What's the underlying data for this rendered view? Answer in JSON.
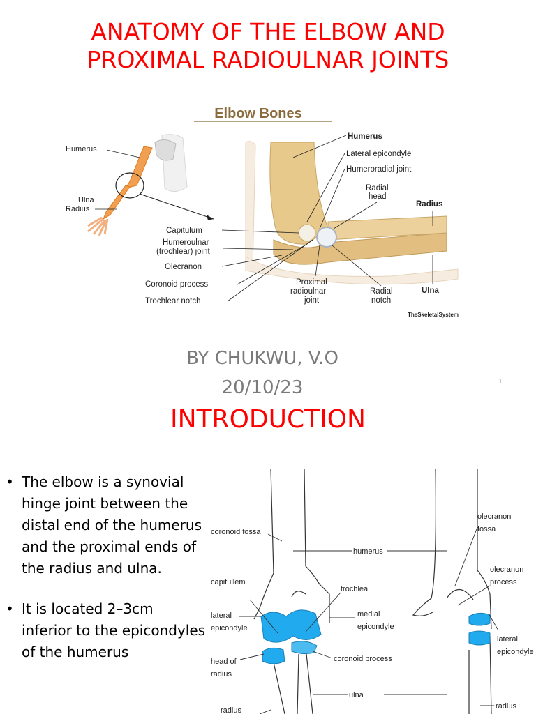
{
  "slide1": {
    "title_line1": "ANATOMY OF THE ELBOW AND",
    "title_line2": "PROXIMAL RADIOULNAR JOINTS",
    "figure": {
      "heading": "Elbow Bones",
      "labels_left": {
        "humerus": "Humerus",
        "ulna": "Ulna",
        "radius": "Radius",
        "capitulum": "Capitulum",
        "humeroulnar_1": "Humeroulnar",
        "humeroulnar_2": "(trochlear) joint",
        "olecranon": "Olecranon",
        "coronoid": "Coronoid process",
        "trochlear_notch": "Trochlear notch"
      },
      "labels_right": {
        "humerus": "Humerus",
        "lateral_epicondyle": "Lateral epicondyle",
        "humeroradial": "Humeroradial joint",
        "radial_head_1": "Radial",
        "radial_head_2": "head",
        "radius": "Radius",
        "ulna": "Ulna",
        "proximal_1": "Proximal",
        "proximal_2": "radioulnar",
        "proximal_3": "joint",
        "radial_notch_1": "Radial",
        "radial_notch_2": "notch"
      },
      "credit": "TheSkeletalSystem"
    },
    "byline": "BY CHUKWU, V.O",
    "date": "20/10/23",
    "slide_number": "1"
  },
  "slide2": {
    "title": "INTRODUCTION",
    "bullet_char": "•",
    "bullets": [
      "The elbow is a synovial hinge joint between the distal end of the humerus and the proximal ends of the radius and ulna.",
      "It is located 2–3cm inferior to the epicondyles of the humerus"
    ],
    "diagram_labels": {
      "coronoid_fossa": "coronoid fossa",
      "humerus": "humerus",
      "capitullem": "capitullem",
      "trochlea": "trochlea",
      "lateral_epicondyle_1": "lateral",
      "lateral_epicondyle_2": "epicondyle",
      "medial_epicondyle_1": "medial",
      "medial_epicondyle_2": "epicondyle",
      "head_of_radius_1": "head  of",
      "head_of_radius_2": "radius",
      "coronoid_process": "coronoid process",
      "ulna": "ulna",
      "radius_left": "radius",
      "olecranon_fossa_1": "olecranon",
      "olecranon_fossa_2": "fossa",
      "olecranon_process_1": "olecranon",
      "olecranon_process_2": "process",
      "lateral_epicondyle_r1": "lateral",
      "lateral_epicondyle_r2": "epicondyle",
      "radius_right": "radius"
    }
  },
  "colors": {
    "title": "#ff0000",
    "byline": "#7a7a7a",
    "cartilage": "#22aaee",
    "bone": "#e8c98c"
  }
}
